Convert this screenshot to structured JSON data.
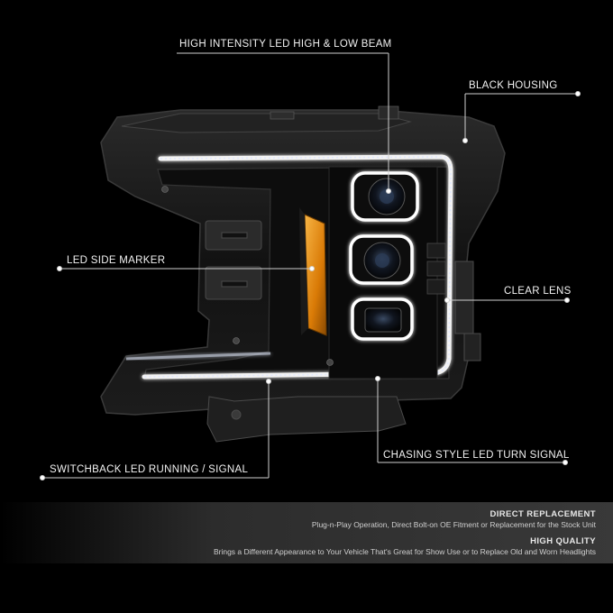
{
  "callouts": {
    "high_low_beam": "HIGH INTENSITY LED HIGH & LOW BEAM",
    "black_housing": "BLACK HOUSING",
    "side_marker": "LED SIDE MARKER",
    "clear_lens": "CLEAR LENS",
    "turn_signal": "CHASING STYLE LED TURN SIGNAL",
    "running_signal": "SWITCHBACK LED RUNNING / SIGNAL"
  },
  "features": [
    {
      "title": "DIRECT REPLACEMENT",
      "text": "Plug-n-Play Operation, Direct Bolt-on OE Fitment or Replacement for the Stock Unit"
    },
    {
      "title": "HIGH QUALITY",
      "text": "Brings a Different Appearance to Your Vehicle That's Great for Show Use or to Replace Old and Worn Headlights"
    }
  ],
  "colors": {
    "background": "#000000",
    "housing": "#141414",
    "led": "#ffffff",
    "amber": "#e8900a"
  }
}
